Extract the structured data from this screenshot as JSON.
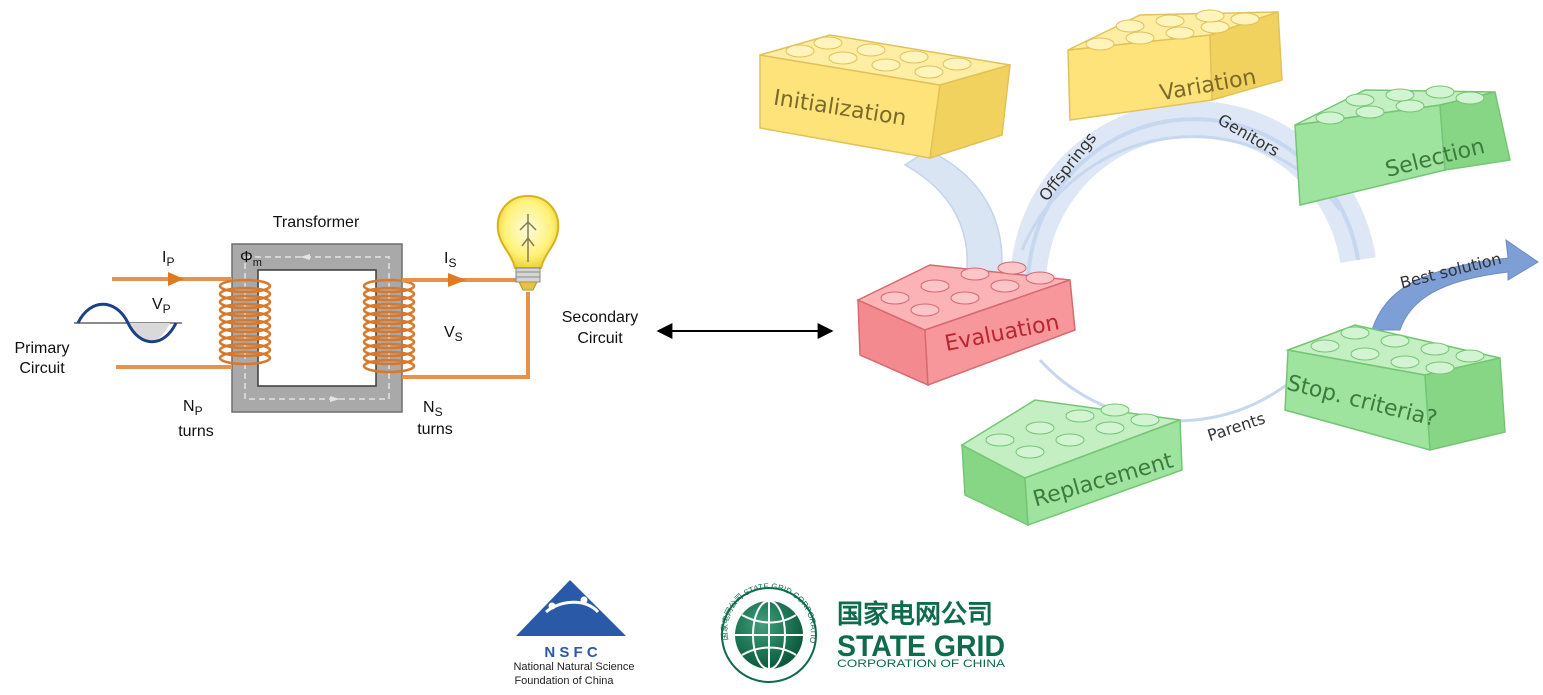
{
  "transformer": {
    "title": "Transformer",
    "ip_main": "I",
    "ip_sub": "P",
    "vp_main": "V",
    "vp_sub": "P",
    "is_main": "I",
    "is_sub": "S",
    "vs_main": "V",
    "vs_sub": "S",
    "phi_main": "Φ",
    "phi_sub": "m",
    "np_main": "N",
    "np_sub": "P",
    "np_turns": "turns",
    "ns_main": "N",
    "ns_sub": "S",
    "ns_turns": "turns",
    "primary_line1": "Primary",
    "primary_line2": "Circuit",
    "secondary_line1": "Secondary",
    "secondary_line2": "Circuit"
  },
  "ga_cycle": {
    "initialization": "Initialization",
    "variation": "Variation",
    "selection": "Selection",
    "evaluation": "Evaluation",
    "replacement": "Replacement",
    "stop_criteria": "Stop. criteria?",
    "offsprings": "Offsprings",
    "genitors": "Genitors",
    "parents": "Parents",
    "best_solution": "Best solution"
  },
  "logos": {
    "nsfc_abbr": "N S F C",
    "nsfc_line1": "National Natural Science",
    "nsfc_line2": "Foundation of China",
    "sg_chinese": "国家电网公司",
    "sg_name": "STATE GRID",
    "sg_corp": "CORPORATION OF CHINA",
    "sg_seal_text": "国家电网公司 STATE GRID CORPORATION OF CHINA"
  },
  "colors": {
    "copper": "#e8914a",
    "core": "#a8a8a8",
    "yellow_brick": "#fde37a",
    "green_brick": "#8fe08f",
    "red_brick": "#f7979b",
    "flow_blue": "#c8d8ef",
    "best_blue": "#7d9fd6",
    "nsfc_blue": "#2a59a8",
    "sg_green": "#0e6b4b"
  }
}
